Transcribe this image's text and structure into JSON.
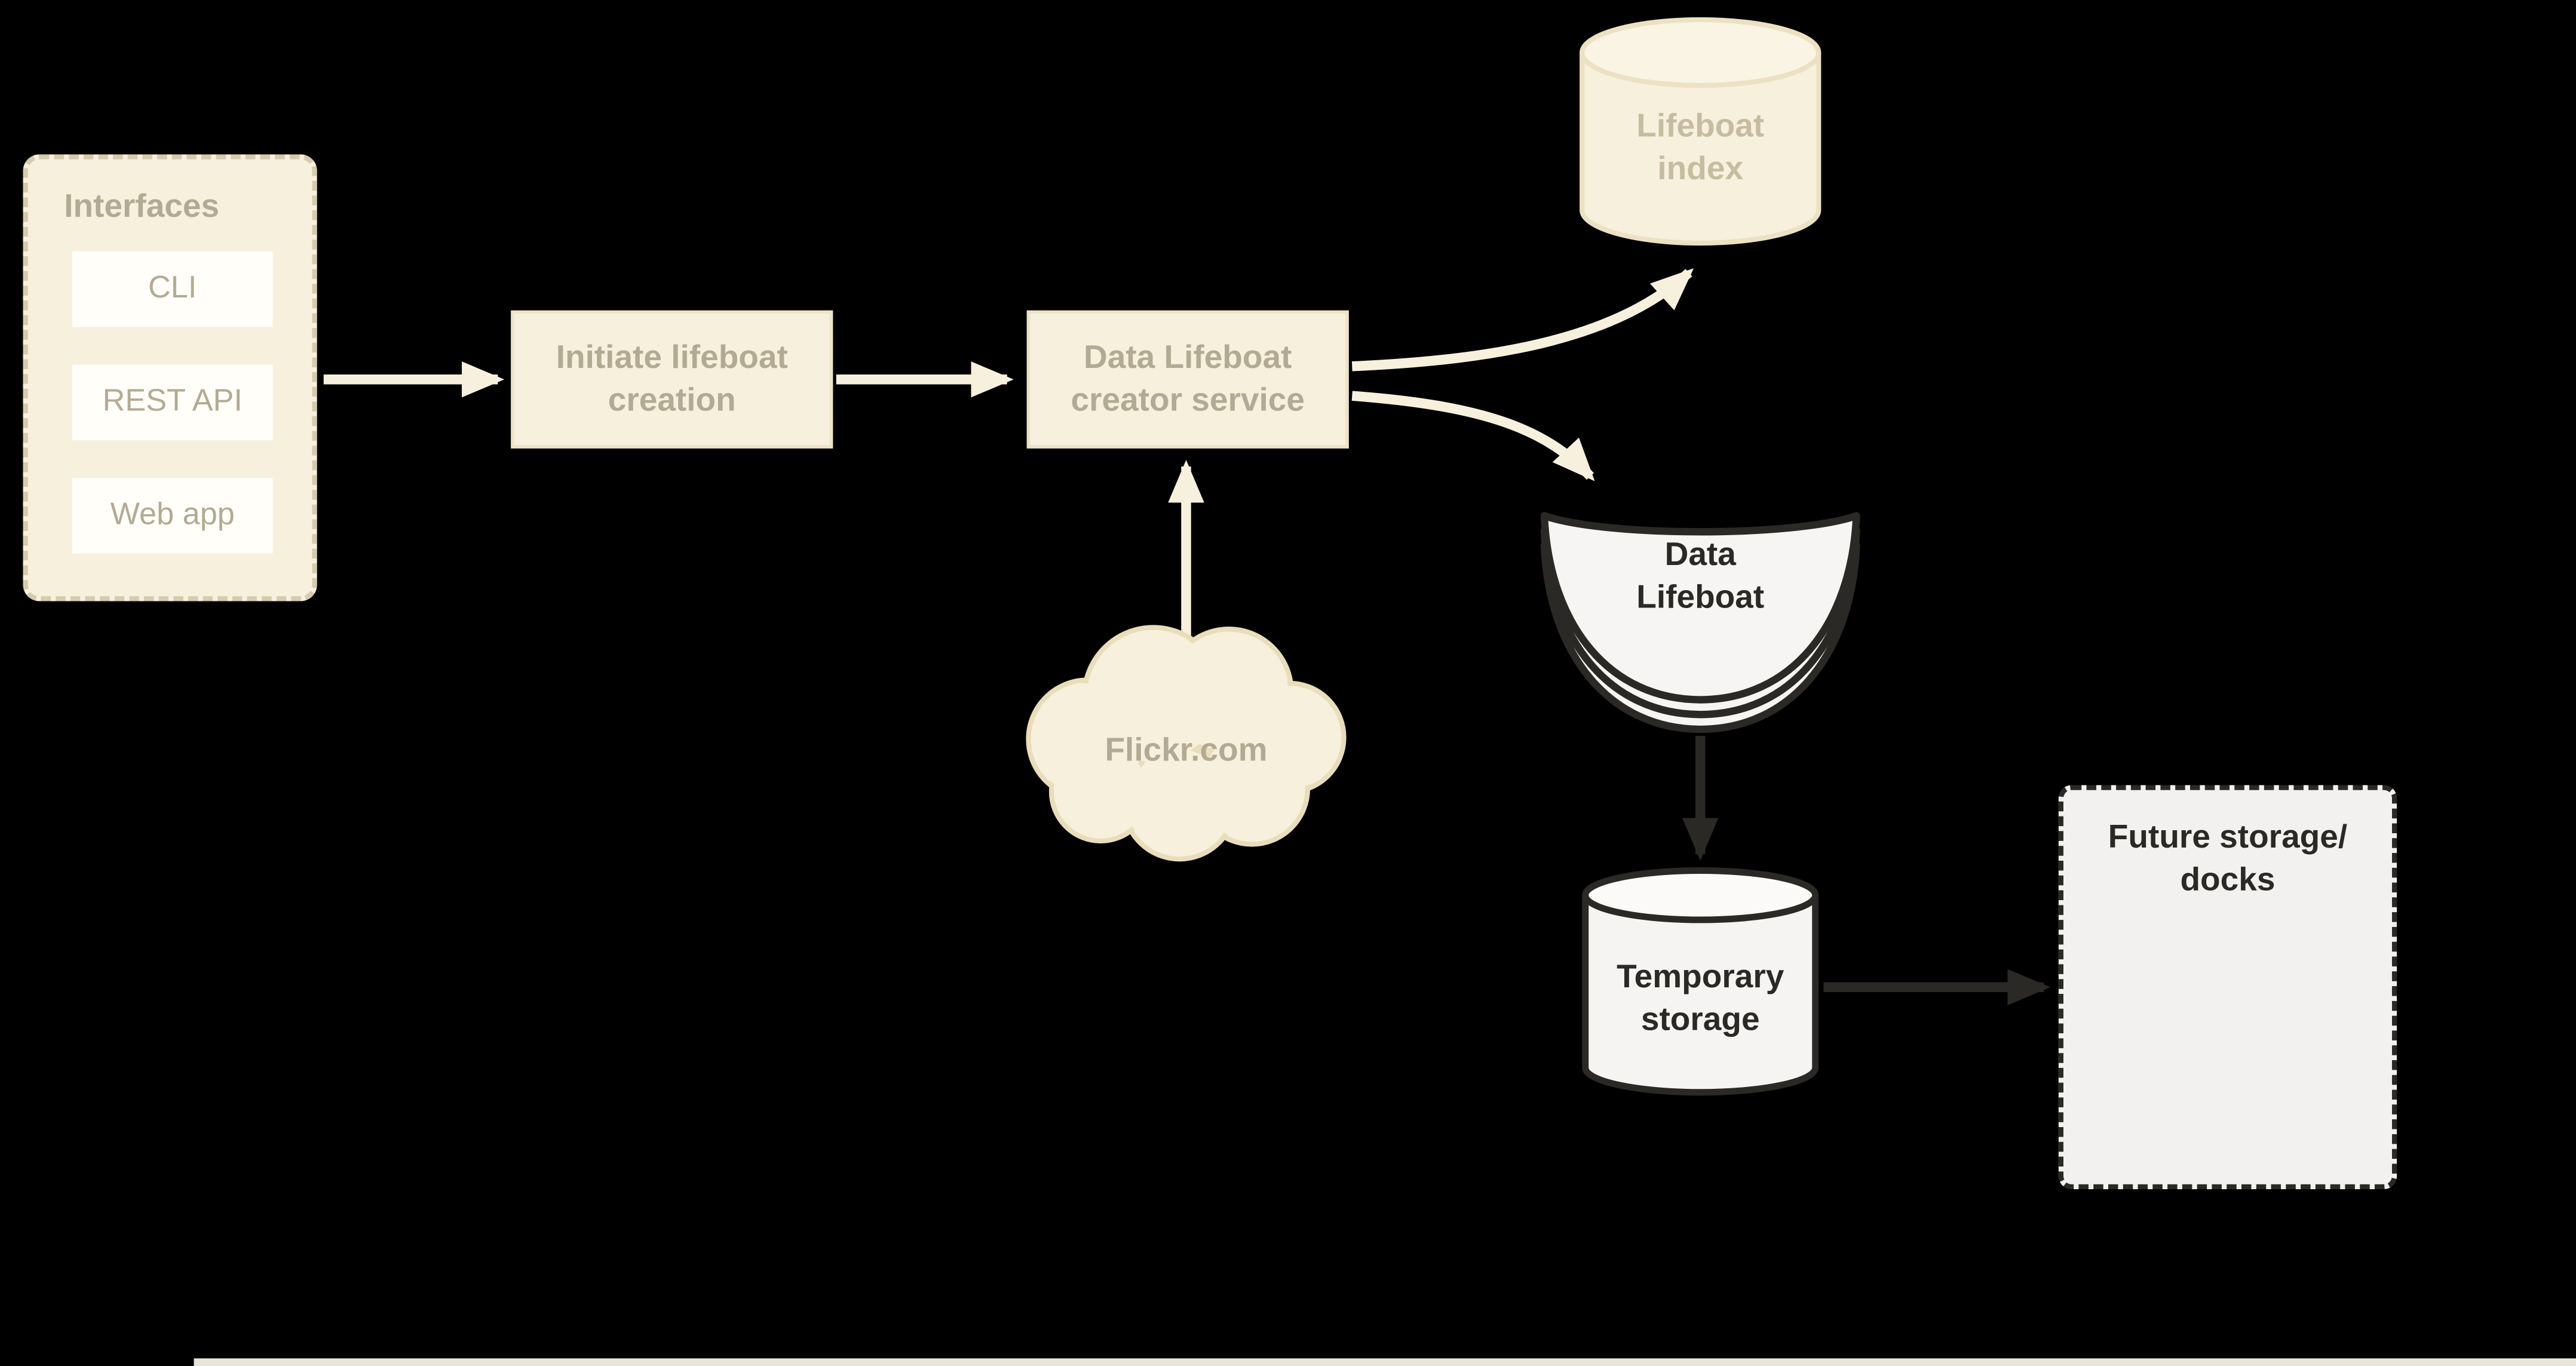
{
  "diagram": {
    "background_color": "#000000",
    "colors": {
      "cream": "#f7f0dd",
      "cream_border": "#ece1c2",
      "tan_text": "#b3aa93",
      "dark": "#2b2926",
      "panel_fill": "#f2f1ef",
      "white": "#fffef9"
    },
    "interfaces": {
      "title": "Interfaces",
      "items": [
        "CLI",
        "REST API",
        "Web app"
      ]
    },
    "nodes": {
      "initiate": "Initiate lifeboat\ncreation",
      "creator": "Data Lifeboat\ncreator service",
      "lifeboat_index": "Lifeboat\nindex",
      "flickr": "Flickr.com",
      "data_lifeboat": "Data\nLifeboat",
      "temporary_storage": "Temporary\nstorage",
      "future_storage": "Future storage/\ndocks"
    }
  }
}
